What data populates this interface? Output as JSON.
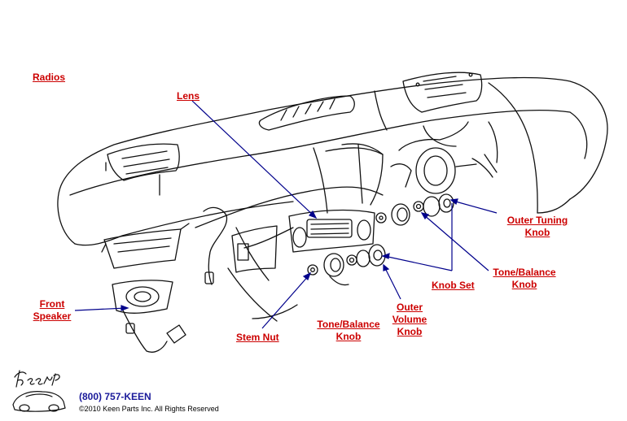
{
  "title": "Radios",
  "labels": {
    "lens": "Lens",
    "outer_tuning_knob": [
      "Outer Tuning",
      "Knob"
    ],
    "tone_balance_knob_right": [
      "Tone/Balance",
      "Knob"
    ],
    "knob_set": "Knob Set",
    "outer_volume_knob": [
      "Outer",
      "Volume",
      "Knob"
    ],
    "tone_balance_knob_left": [
      "Tone/Balance",
      "Knob"
    ],
    "stem_nut": "Stem Nut",
    "front_speaker": [
      "Front",
      "Speaker"
    ]
  },
  "footer": {
    "logo_text": "Keen Parts",
    "phone": "(800) 757-KEEN",
    "copyright": "©2010 Keen Parts Inc. All Rights Reserved"
  },
  "colors": {
    "label_text": "#cc0000",
    "leader_line": "#00008b",
    "line_art": "#111111"
  }
}
